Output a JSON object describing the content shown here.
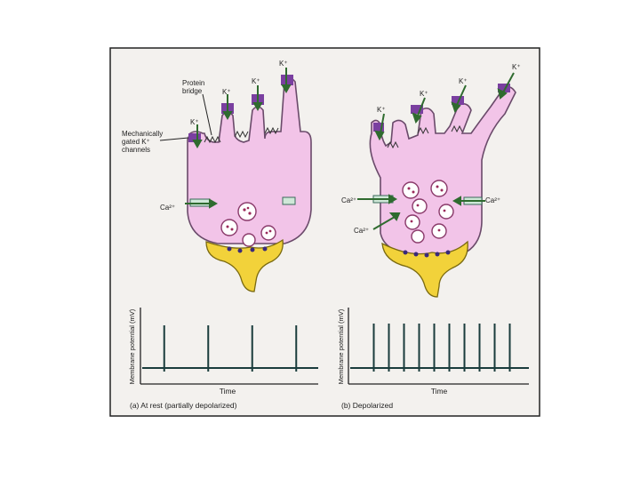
{
  "colors": {
    "panel_bg": "#f3f1ee",
    "cell_fill": "#f2c4e8",
    "cell_stroke": "#6a4a6a",
    "channel": "#7a3fa0",
    "arrow": "#2f6b2f",
    "neuron": "#f2d23a",
    "trace": "#1a3c3c"
  },
  "labels": {
    "k_plus": "K⁺",
    "ca_left": "Ca²⁺",
    "ca_right_a": "Ca²⁺",
    "ca_right_b": "Ca²⁺",
    "protein_bridge_1": "Protein",
    "protein_bridge_2": "bridge",
    "mech_1": "Mechanically",
    "mech_2": "gated K⁺",
    "mech_3": "channels"
  },
  "plots": {
    "a": {
      "ylabel": "Membrane potential (mV)",
      "xlabel": "Time",
      "caption": "(a)  At rest (partially depolarized)",
      "spike_count": 4
    },
    "b": {
      "ylabel": "Membrane potential (mV)",
      "xlabel": "Time",
      "caption": "(b)  Depolarized",
      "spike_count": 10
    }
  }
}
